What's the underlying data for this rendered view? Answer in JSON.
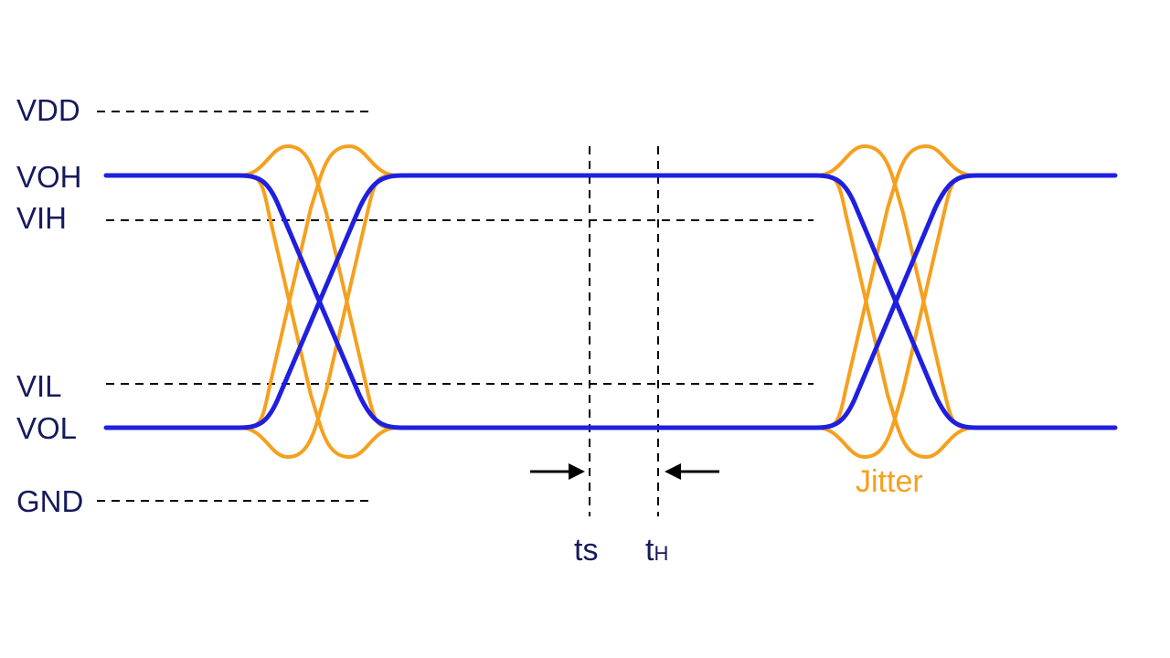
{
  "levels": {
    "vdd": "VDD",
    "voh": "VOH",
    "vih": "VIH",
    "vil": "VIL",
    "vol": "VOL",
    "gnd": "GND"
  },
  "timing": {
    "setup_main": "ts",
    "hold_main": "t",
    "hold_sub": "H"
  },
  "jitter_label": "Jitter",
  "colors": {
    "signal": "#1f1fe0",
    "jitter": "#f5a01e",
    "text": "#151a5c",
    "jitter_text": "#f5a01e"
  }
}
